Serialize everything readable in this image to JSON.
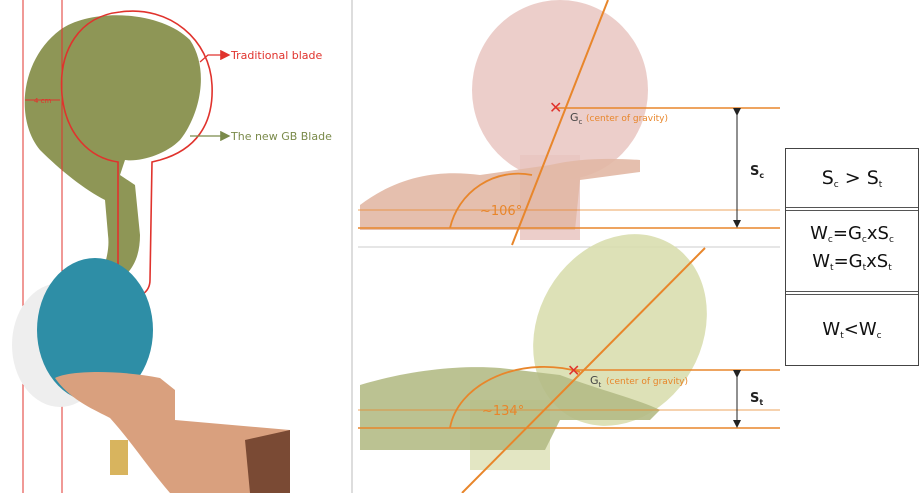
{
  "labels": {
    "traditional_blade": "Traditional blade",
    "new_gb_blade": "The new GB Blade",
    "width_marker": "4 cm",
    "gc_center": "(center of gravity)",
    "gt_center": "(center of gravity)",
    "angle_top": "~106°",
    "angle_bottom": "~134°"
  },
  "symbols": {
    "G": "G",
    "S": "S",
    "W": "W",
    "c": "c",
    "t": "t"
  },
  "formulas": {
    "row1": {
      "left": "S",
      "left_sub": "c",
      "op": " > ",
      "right": "S",
      "right_sub": "t"
    },
    "row2a": {
      "text": "W",
      "w_sub": "c",
      "eq": "=G",
      "g_sub": "c",
      "x": "xS",
      "s_sub": "c"
    },
    "row2b": {
      "text": "W",
      "w_sub": "t",
      "eq": "=G",
      "g_sub": "t",
      "x": "xS",
      "s_sub": "t"
    },
    "row3": {
      "left": "W",
      "left_sub": "t",
      "op": "<",
      "right": "W",
      "right_sub": "c"
    }
  },
  "colors": {
    "red": "#e0332d",
    "orange": "#e8862b",
    "olive": "#8e9656",
    "teal": "#2e8ea6",
    "pink_paddle": "#e9c6c1",
    "green_paddle": "#d7dcaa",
    "skin": "#d9a07e"
  }
}
